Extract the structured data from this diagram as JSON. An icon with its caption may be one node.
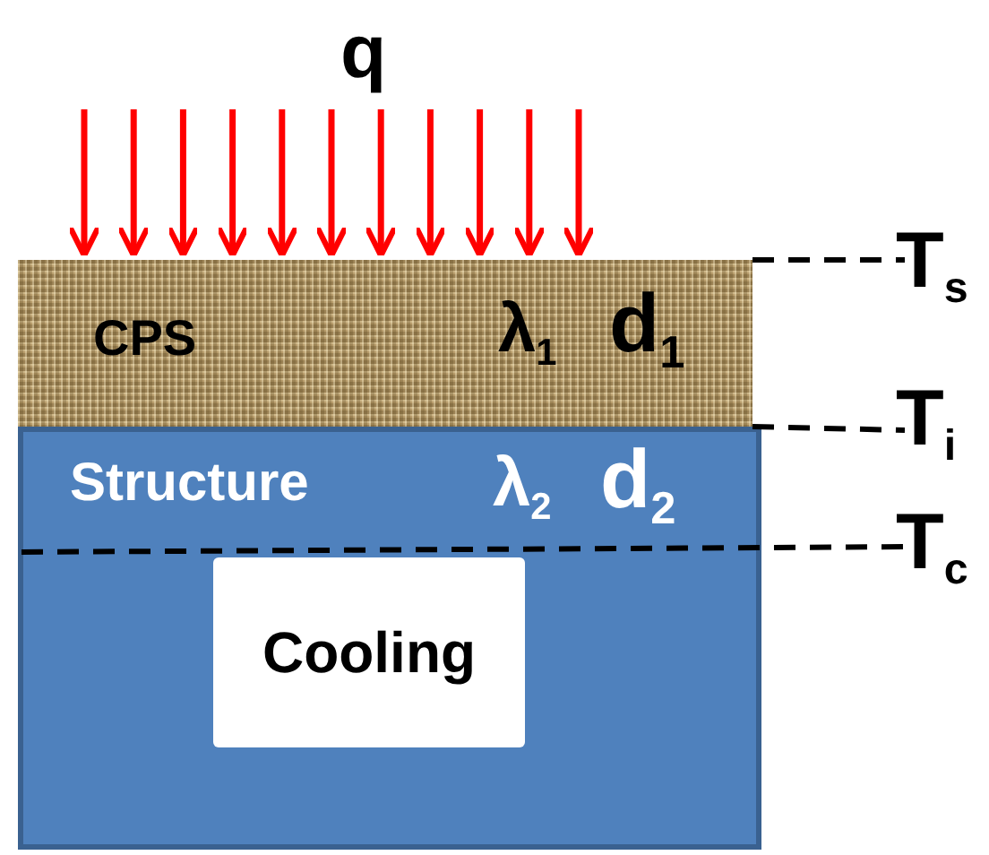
{
  "diagram": {
    "nodes": [
      {
        "text": [
          "CPS",
          "λ$_{1}$",
          "d$_{1}$"
        ]
      },
      {
        "text": [
          "Structure",
          "λ$_{2}$",
          "d$_{2}$"
        ]
      },
      {
        "text": [
          "Cooling"
        ],
        "in": 1
      }
    ],
    "labels": [
      "q",
      "T$_{s}$",
      "T$_{i}$",
      "T$_{c}$"
    ]
  }
}
